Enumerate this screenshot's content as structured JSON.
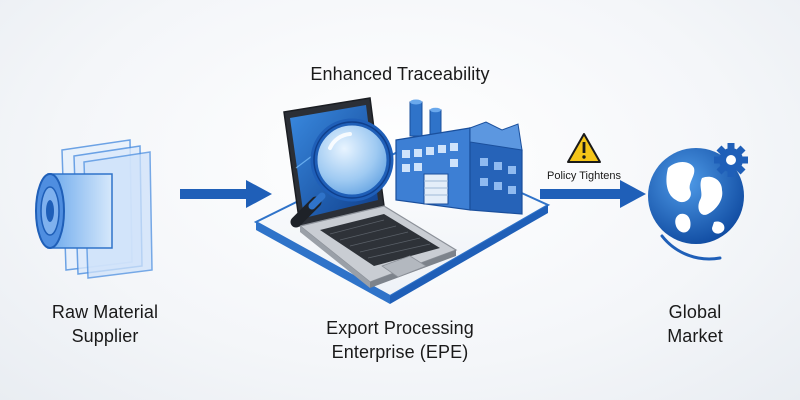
{
  "diagram": {
    "title": "Enhanced Traceability",
    "nodes": {
      "supplier": {
        "line1": "Raw Material",
        "line2": "Supplier"
      },
      "epe": {
        "line1": "Export Processing",
        "line2": "Enterprise (EPE)"
      },
      "market": {
        "line1": "Global",
        "line2": "Market"
      }
    },
    "edges": [
      {
        "from": "supplier",
        "to": "epe",
        "label": ""
      },
      {
        "from": "epe",
        "to": "market",
        "label": "Policy Tightens"
      }
    ],
    "icons": {
      "supplier": "material-roll-icon",
      "epe_laptop": "laptop-icon",
      "epe_magnifier": "magnifier-icon",
      "epe_factory": "factory-icon",
      "warning": "warning-icon",
      "market": "globe-gear-icon"
    },
    "colors": {
      "primary_blue": "#1f5fb8",
      "light_blue": "#8fb9ea",
      "warning_yellow": "#f5c518"
    }
  }
}
